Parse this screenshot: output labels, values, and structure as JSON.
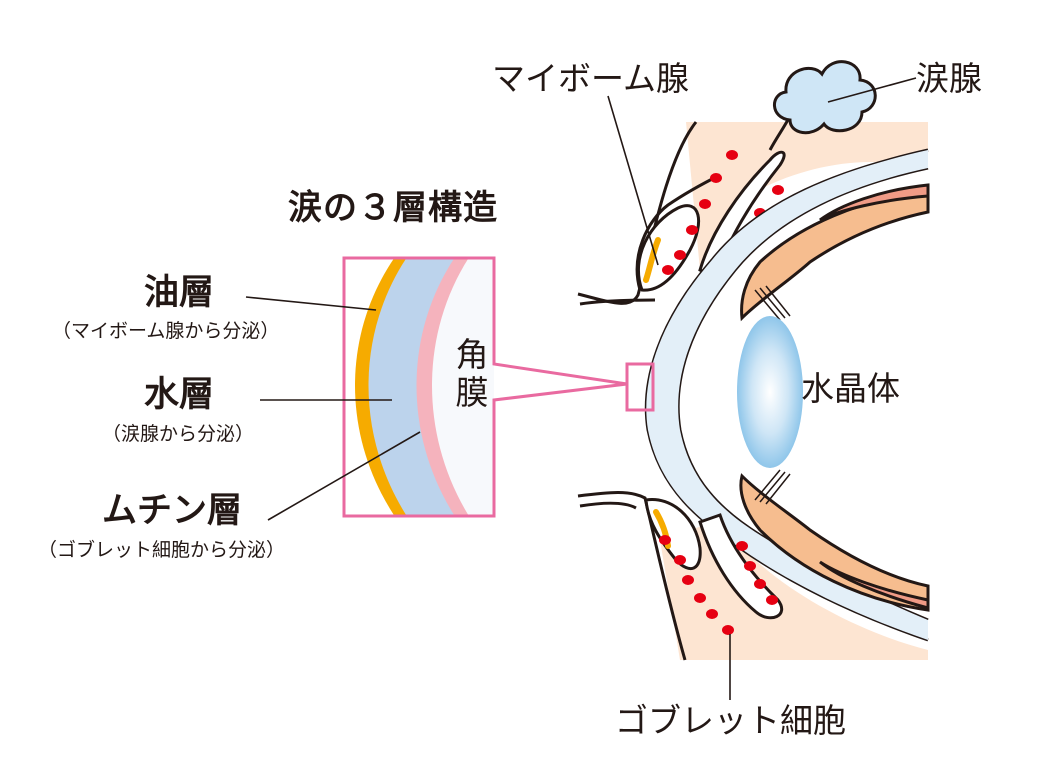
{
  "title": "涙の３層構造",
  "layers": {
    "oil": {
      "name": "油層",
      "note": "（マイボーム腺から分泌）"
    },
    "water": {
      "name": "水層",
      "note": "（涙腺から分泌）"
    },
    "mucin": {
      "name": "ムチン層",
      "note": "（ゴブレット細胞から分泌）"
    }
  },
  "cornea_label": "角膜",
  "anatomy": {
    "meibomian_gland": "マイボーム腺",
    "lacrimal_gland": "涙腺",
    "lens": "水晶体",
    "goblet_cell": "ゴブレット細胞"
  },
  "colors": {
    "oil_layer": "#f6ab00",
    "water_layer": "#bcd3ec",
    "mucin_layer": "#f5b3bd",
    "highlight_frame": "#e96aa0",
    "goblet_dots": "#e60012",
    "eyelid_skin": "#fde5d2",
    "muscle": "#f6bd8f"
  }
}
